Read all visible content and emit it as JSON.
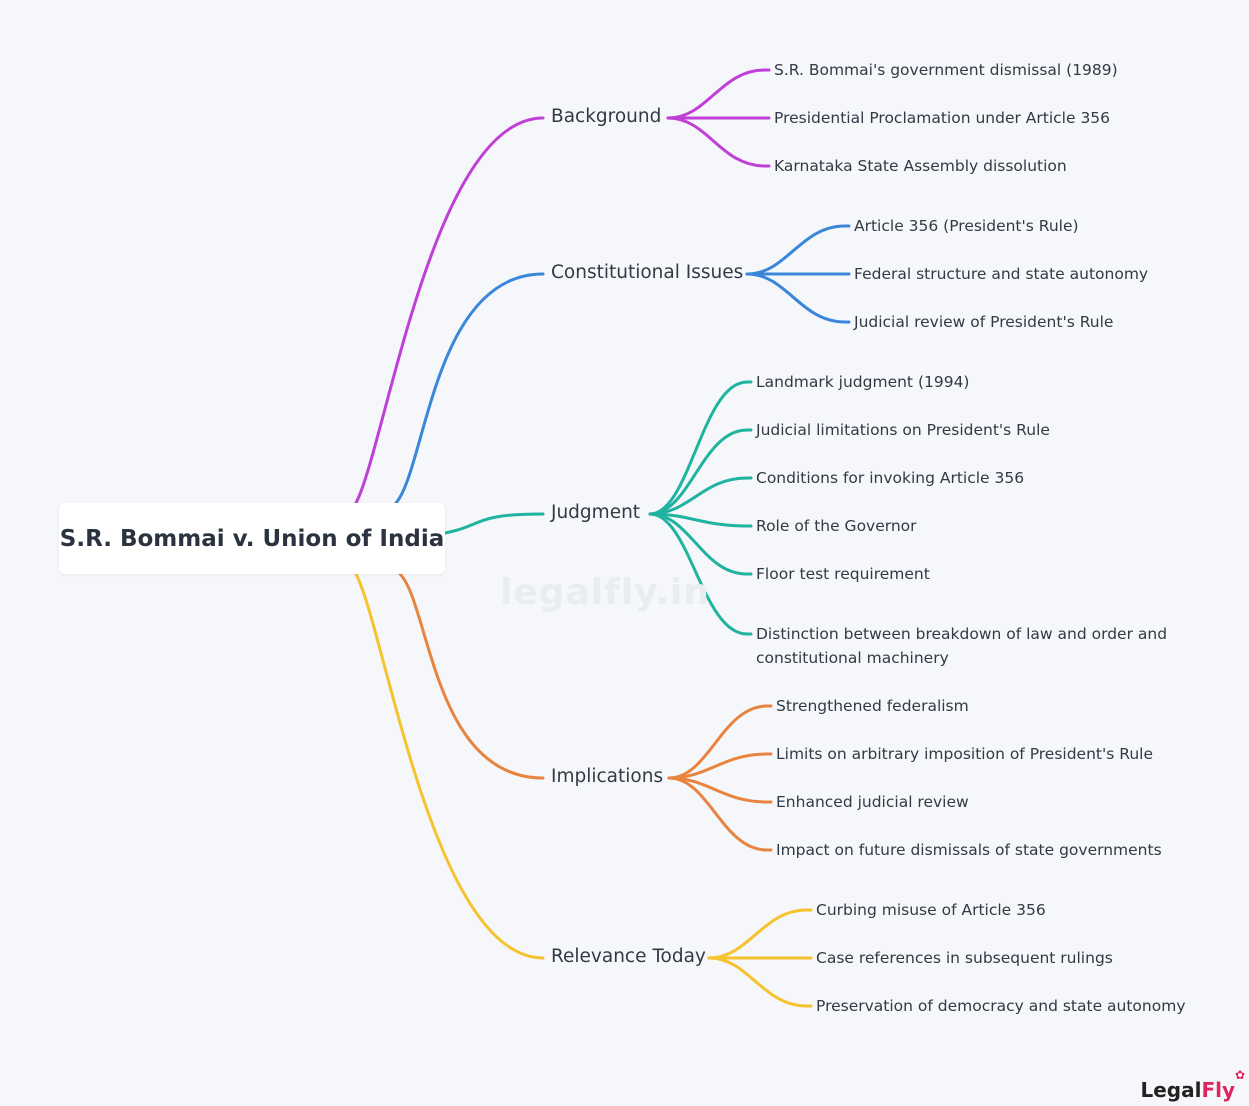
{
  "root": {
    "title": "S.R. Bommai v. Union of India"
  },
  "watermark": "legalfly.in",
  "logo": {
    "part1": "Legal",
    "part2": "Fly"
  },
  "branches": [
    {
      "label": "Background",
      "color": "#c03fd6",
      "leaves": [
        "S.R. Bommai's government dismissal (1989)",
        "Presidential Proclamation under Article 356",
        "Karnataka State Assembly dissolution"
      ]
    },
    {
      "label": "Constitutional Issues",
      "color": "#3a86d9",
      "leaves": [
        "Article 356 (President's Rule)",
        "Federal structure and state autonomy",
        "Judicial review of President's Rule"
      ]
    },
    {
      "label": "Judgment",
      "color": "#1fb3a0",
      "leaves": [
        "Landmark judgment (1994)",
        "Judicial limitations on President's Rule",
        "Conditions for invoking Article 356",
        "Role of the Governor",
        "Floor test requirement",
        "Distinction between breakdown of law and order and constitutional machinery"
      ]
    },
    {
      "label": "Implications",
      "color": "#e8843f",
      "leaves": [
        "Strengthened federalism",
        "Limits on arbitrary imposition of President's Rule",
        "Enhanced judicial review",
        "Impact on future dismissals of state governments"
      ]
    },
    {
      "label": "Relevance Today",
      "color": "#f5c330",
      "leaves": [
        "Curbing misuse of Article 356",
        "Case references in subsequent rulings",
        "Preservation of democracy and state autonomy"
      ]
    }
  ]
}
